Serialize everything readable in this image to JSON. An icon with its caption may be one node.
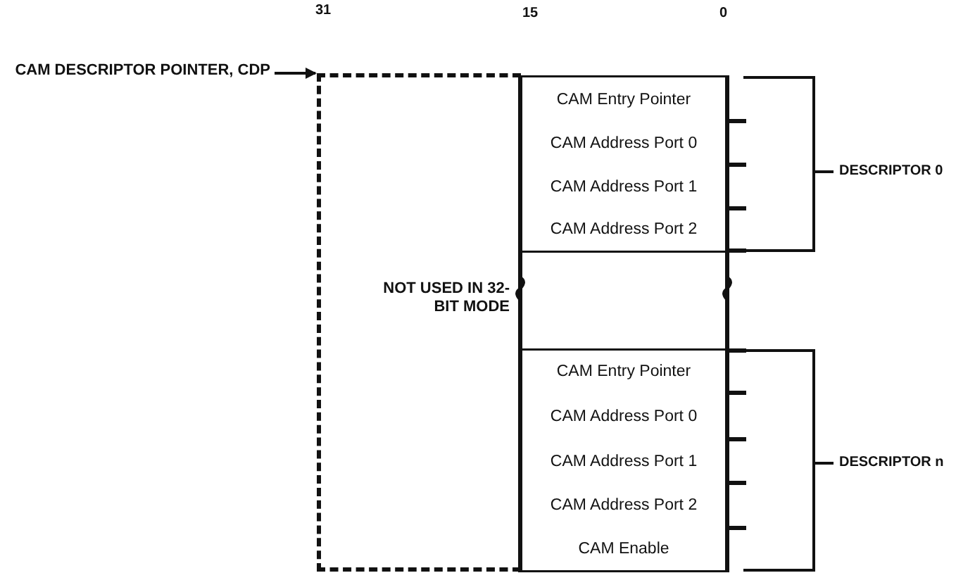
{
  "diagram": {
    "nodes": [
      {
        "text": [
          "CAM DESCRIPTOR POINTER, CDP"
        ]
      },
      {
        "text": [
          "NOT USED IN 32-BIT MODE"
        ]
      },
      {
        "text": [
          "CAM Entry Pointer"
        ]
      },
      {
        "text": [
          "CAM Address Port 0"
        ]
      },
      {
        "text": [
          "CAM Address Port 1"
        ]
      },
      {
        "text": [
          "CAM Address Port 2"
        ]
      },
      {
        "text": [
          "CAM Entry Pointer"
        ]
      },
      {
        "text": [
          "CAM Address Port 0"
        ]
      },
      {
        "text": [
          "CAM Address Port 1"
        ]
      },
      {
        "text": [
          "CAM Address Port 2"
        ]
      },
      {
        "text": [
          "CAM Enable"
        ]
      }
    ],
    "edges": [
      {
        "from": 0,
        "to": 1,
        "arrow": "to"
      }
    ],
    "labels": [
      "31",
      "15",
      "0",
      "DESCRIPTOR 0",
      "DESCRIPTOR n"
    ]
  }
}
